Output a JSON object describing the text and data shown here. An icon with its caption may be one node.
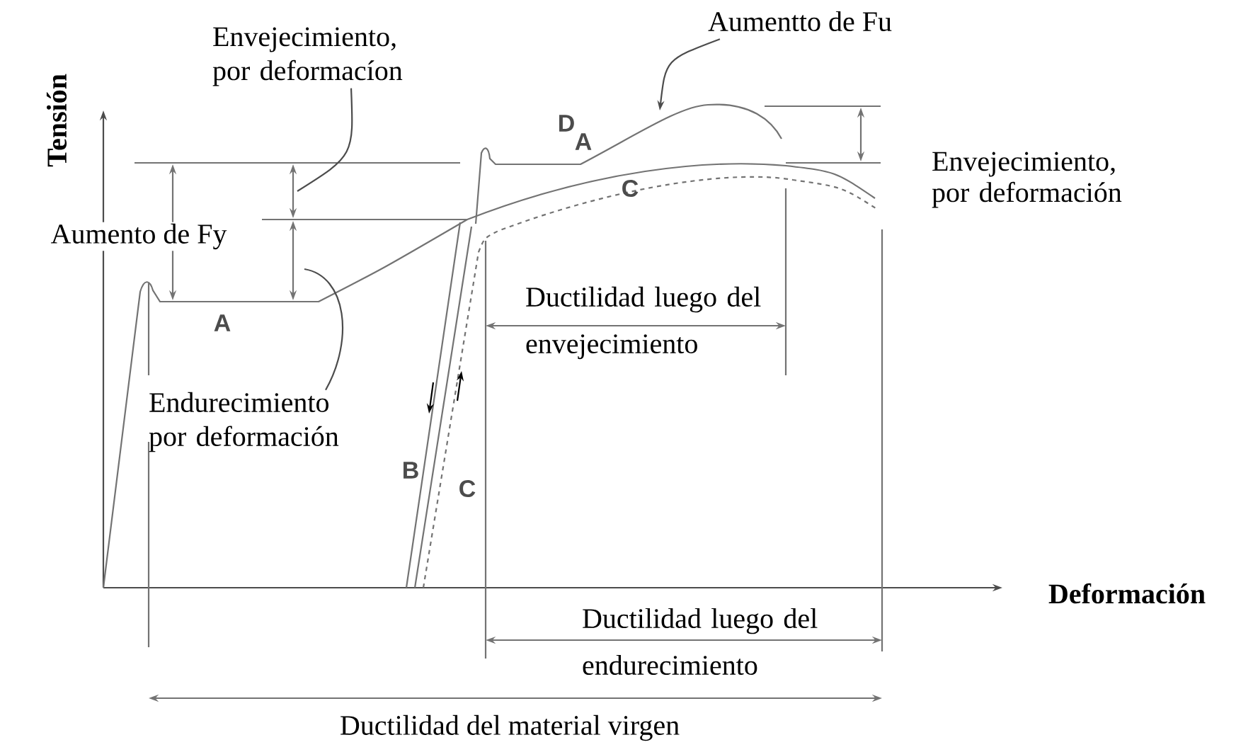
{
  "diagram": {
    "nodes": [
      {
        "text": [
          "Envejecimiento, por deformacíon"
        ]
      },
      {
        "text": [
          "Aumentto de Fu"
        ]
      },
      {
        "text": [
          "Endurecimiento por deformación"
        ]
      }
    ],
    "edges": [
      {
        "from": 0,
        "to": null,
        "arrow": "none"
      },
      {
        "from": 1,
        "to": null,
        "arrow": "to"
      },
      {
        "from": 2,
        "to": null,
        "arrow": "none"
      }
    ],
    "labels": [
      "Tensión",
      "Aumento de Fy",
      "A",
      "D",
      "A",
      "C",
      "Envejecimiento, por deformación",
      "Ductilidad luego del envejecimiento",
      "B",
      "C",
      "Deformación",
      "Ductilidad luego del endurecimiento",
      "Ductilidad del material virgen"
    ]
  }
}
